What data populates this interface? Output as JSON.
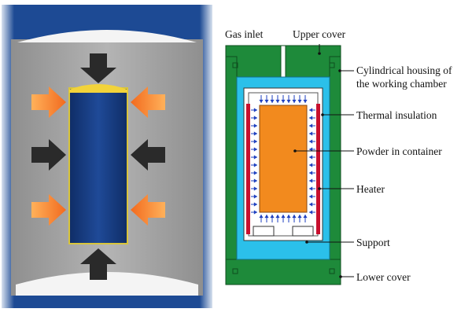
{
  "labels": {
    "gas_inlet": "Gas inlet",
    "upper_cover": "Upper cover",
    "housing_line1": "Cylindrical housing of",
    "housing_line2": "the working chamber",
    "thermal_insulation": "Thermal insulation",
    "powder": "Powder in container",
    "heater": "Heater",
    "support": "Support",
    "lower_cover": "Lower cover"
  },
  "colors": {
    "vessel_blue": "#1f4f9a",
    "vessel_grey": "#a9a9a9",
    "capsule_blue": "#1a3f86",
    "capsule_cap": "#f2d33a",
    "arrow_dark": "#2a2a2a",
    "arrow_orange": "#f5822a",
    "housing_green": "#1e8a3a",
    "chamber_cyan": "#2bc0ea",
    "powder_orange": "#f28a1e",
    "heater_red": "#c8102e",
    "gas_arrow_blue": "#1e7fd8"
  }
}
